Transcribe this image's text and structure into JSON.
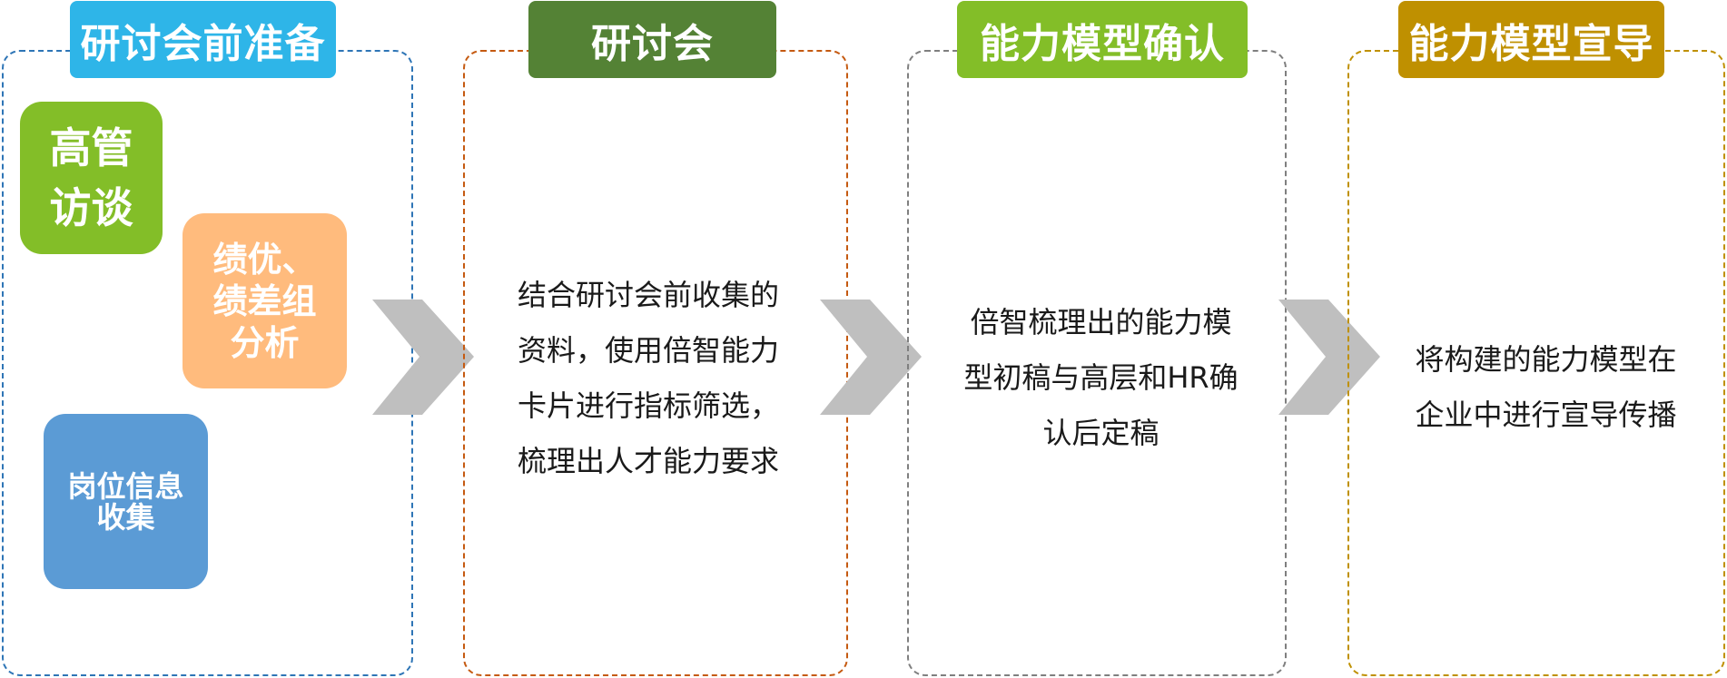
{
  "colors": {
    "stage1": "#2EB5E8",
    "stage2": "#548235",
    "stage3": "#83BE28",
    "stage4": "#BF9000",
    "border1": "#2E75B6",
    "border2": "#C55A11",
    "border3": "#7F7F7F",
    "border4": "#BF9000",
    "tile_green": "#83BE28",
    "tile_orange": "#FFBB7D",
    "tile_blue": "#5B9BD5",
    "chevron": "#BFBFBF"
  },
  "stages": [
    {
      "title": "研讨会前准备",
      "sub_items": [
        {
          "label": "高管\n访谈",
          "icon": "green-tile"
        },
        {
          "label": "绩优、\n绩差组\n分析",
          "icon": "orange-tile"
        },
        {
          "label": "岗位信息\n收集",
          "icon": "blue-tile"
        }
      ]
    },
    {
      "title": "研讨会",
      "text": "结合研讨会前收集的\n资料，使用倍智能力\n卡片进行指标筛选，\n梳理出人才能力要求"
    },
    {
      "title": "能力模型确认",
      "text": "倍智梳理出的能力模\n型初稿与高层和HR确\n认后定稿"
    },
    {
      "title": "能力模型宣导",
      "text": "将构建的能力模型在\n企业中进行宣导传播"
    }
  ],
  "arrows": [
    "chevron-right-icon",
    "chevron-right-icon",
    "chevron-right-icon"
  ]
}
